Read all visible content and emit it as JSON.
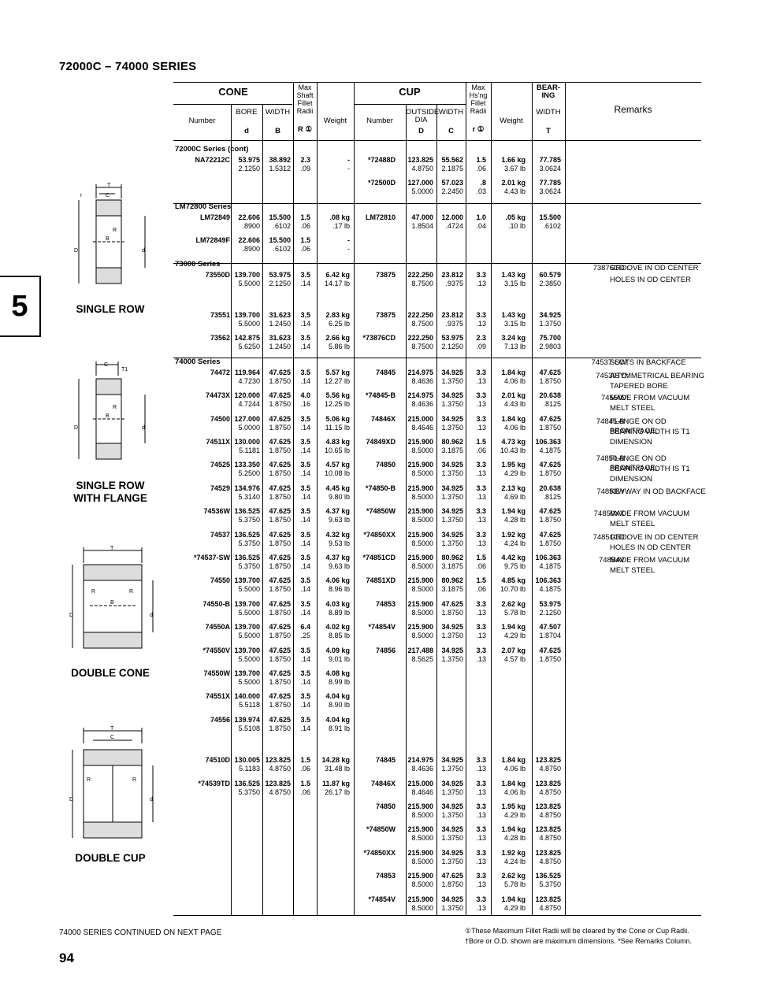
{
  "title": "72000C – 74000 SERIES",
  "section_tab": "5",
  "diagram_labels": [
    "SINGLE ROW",
    "SINGLE ROW",
    "WITH FLANGE",
    "DOUBLE CONE",
    "DOUBLE CUP"
  ],
  "headers": {
    "cone": "CONE",
    "cup": "CUP",
    "bearing": "BEAR-\nING",
    "remarks": "Remarks",
    "max_shaft": "Max\nShaft\nFillet\nRadii",
    "max_hsng": "Max\nHs'ng\nFillet\nRadii",
    "number": "Number",
    "bore": "BORE",
    "width": "WIDTH",
    "weight": "Weight",
    "outside_dia": "OUTSIDE\nDIA",
    "d": "d",
    "B": "B",
    "R": "R ①",
    "D": "D",
    "C": "C",
    "r": "r ①",
    "T": "T"
  },
  "rows": [
    {
      "type": "sec",
      "text": "72000C Series (cont)"
    },
    {
      "cn": "NA72212C",
      "bore": [
        "53.975",
        "2.1250"
      ],
      "bw": [
        "38.892",
        "1.5312"
      ],
      "R": [
        "2.3",
        ".09"
      ],
      "cw": [
        "-",
        "-"
      ],
      "cup": "*72488D",
      "od": [
        "123.825",
        "4.8750"
      ],
      "cwd": [
        "55.562",
        "2.1875"
      ],
      "r": [
        "1.5",
        ".06"
      ],
      "uw": [
        "1.66 kg",
        "3.67 lb"
      ],
      "T": [
        "77.785",
        "3.0624"
      ]
    },
    {
      "cup": "*72500D",
      "od": [
        "127.000",
        "5.0000"
      ],
      "cwd": [
        "57.023",
        "2.2450"
      ],
      "r": [
        ".8",
        ".03"
      ],
      "uw": [
        "2.01 kg",
        "4.43 lb"
      ],
      "T": [
        "77.785",
        "3.0624"
      ]
    },
    {
      "type": "sec",
      "text": "LM72800 Series"
    },
    {
      "cn": "LM72849",
      "bore": [
        "22.606",
        ".8900"
      ],
      "bw": [
        "15.500",
        ".6102"
      ],
      "R": [
        "1.5",
        ".06"
      ],
      "cw": [
        ".08 kg",
        ".17 lb"
      ],
      "cup": "LM72810",
      "od": [
        "47.000",
        "1.8504"
      ],
      "cwd": [
        "12.000",
        ".4724"
      ],
      "r": [
        "1.0",
        ".04"
      ],
      "uw": [
        ".05 kg",
        ".10 lb"
      ],
      "T": [
        "15.500",
        ".6102"
      ]
    },
    {
      "cn": "LM72849F",
      "bore": [
        "22.606",
        ".8900"
      ],
      "bw": [
        "15.500",
        ".6102"
      ],
      "R": [
        "1.5",
        ".06"
      ],
      "cw": [
        "-",
        "-"
      ]
    },
    {
      "type": "sec",
      "text": "73000 Series"
    },
    {
      "cn": "73550D",
      "bore": [
        "139.700",
        "5.5000"
      ],
      "bw": [
        "53.975",
        "2.1250"
      ],
      "R": [
        "3.5",
        ".14"
      ],
      "cw": [
        "6.42 kg",
        "14.17 lb"
      ],
      "cup": "73875",
      "od": [
        "222.250",
        "8.7500"
      ],
      "cwd": [
        "23.812",
        ".9375"
      ],
      "r": [
        "3.3",
        ".13"
      ],
      "uw": [
        "1.43 kg",
        "3.15 lb"
      ],
      "T": [
        "60.579",
        "2.3850"
      ]
    },
    {
      "type": "gap"
    },
    {
      "cn": "73551",
      "bore": [
        "139.700",
        "5.5000"
      ],
      "bw": [
        "31.623",
        "1.2450"
      ],
      "R": [
        "3.5",
        ".14"
      ],
      "cw": [
        "2.83 kg",
        "6.25 lb"
      ],
      "cup": "73875",
      "od": [
        "222.250",
        "8.7500"
      ],
      "cwd": [
        "23.812",
        ".9375"
      ],
      "r": [
        "3.3",
        ".13"
      ],
      "uw": [
        "1.43 kg",
        "3.15 lb"
      ],
      "T": [
        "34.925",
        "1.3750"
      ]
    },
    {
      "cn": "73562",
      "bore": [
        "142.875",
        "5.6250"
      ],
      "bw": [
        "31.623",
        "1.2450"
      ],
      "R": [
        "3.5",
        ".14"
      ],
      "cw": [
        "2.66 kg",
        "5.86 lb"
      ],
      "cup": "*73876CD",
      "od": [
        "222.250",
        "8.7500"
      ],
      "cwd": [
        "53.975",
        "2.1250"
      ],
      "r": [
        "2.3",
        ".09"
      ],
      "uw": [
        "3.24 kg",
        "7.13 lb"
      ],
      "T": [
        "75.700",
        "2.9803"
      ]
    },
    {
      "type": "sec",
      "text": "74000 Series"
    },
    {
      "cn": "74472",
      "bore": [
        "119.964",
        "4.7230"
      ],
      "bw": [
        "47.625",
        "1.8750"
      ],
      "R": [
        "3.5",
        ".14"
      ],
      "cw": [
        "5.57 kg",
        "12.27 lb"
      ],
      "cup": "74845",
      "od": [
        "214.975",
        "8.4636"
      ],
      "cwd": [
        "34.925",
        "1.3750"
      ],
      "r": [
        "3.3",
        ".13"
      ],
      "uw": [
        "1.84 kg",
        "4.06 lb"
      ],
      "T": [
        "47.625",
        "1.8750"
      ]
    },
    {
      "cn": "74473X",
      "bore": [
        "120.000",
        "4.7244"
      ],
      "bw": [
        "47.625",
        "1.8750"
      ],
      "R": [
        "4.0",
        ".16"
      ],
      "cw": [
        "5.56 kg",
        "12.25 lb"
      ],
      "cup": "*74845-B",
      "od": [
        "214.975",
        "8.4636"
      ],
      "cwd": [
        "34.925",
        "1.3750"
      ],
      "r": [
        "3.3",
        ".13"
      ],
      "uw": [
        "2.01 kg",
        "4.43 lb"
      ],
      "T": [
        "20.638",
        ".8125"
      ]
    },
    {
      "cn": "74500",
      "bore": [
        "127.000",
        "5.0000"
      ],
      "bw": [
        "47.625",
        "1.8750"
      ],
      "R": [
        "3.5",
        ".14"
      ],
      "cw": [
        "5.06 kg",
        "11.15 lb"
      ],
      "cup": "74846X",
      "od": [
        "215.000",
        "8.4646"
      ],
      "cwd": [
        "34.925",
        "1.3750"
      ],
      "r": [
        "3.3",
        ".13"
      ],
      "uw": [
        "1.84 kg",
        "4.06 lb"
      ],
      "T": [
        "47.625",
        "1.8750"
      ]
    },
    {
      "cn": "74511X",
      "bore": [
        "130.000",
        "5.1181"
      ],
      "bw": [
        "47.625",
        "1.8750"
      ],
      "R": [
        "3.5",
        ".14"
      ],
      "cw": [
        "4.83 kg",
        "10.65 lb"
      ],
      "cup": "74849XD",
      "od": [
        "215.900",
        "8.5000"
      ],
      "cwd": [
        "80.962",
        "3.1875"
      ],
      "r": [
        "1.5",
        ".06"
      ],
      "uw": [
        "4.73 kg",
        "10.43 lb"
      ],
      "T": [
        "106.363",
        "4.1875"
      ]
    },
    {
      "cn": "74525",
      "bore": [
        "133.350",
        "5.2500"
      ],
      "bw": [
        "47.625",
        "1.8750"
      ],
      "R": [
        "3.5",
        ".14"
      ],
      "cw": [
        "4.57 kg",
        "10.08 lb"
      ],
      "cup": "74850",
      "od": [
        "215.900",
        "8.5000"
      ],
      "cwd": [
        "34.925",
        "1.3750"
      ],
      "r": [
        "3.3",
        ".13"
      ],
      "uw": [
        "1.95 kg",
        "4.29 lb"
      ],
      "T": [
        "47.625",
        "1.8750"
      ]
    },
    {
      "cn": "74529",
      "bore": [
        "134.976",
        "5.3140"
      ],
      "bw": [
        "47.625",
        "1.8750"
      ],
      "R": [
        "3.5",
        ".14"
      ],
      "cw": [
        "4.45 kg",
        "9.80 lb"
      ],
      "cup": "*74850-B",
      "od": [
        "215.900",
        "8.5000"
      ],
      "cwd": [
        "34.925",
        "1.3750"
      ],
      "r": [
        "3.3",
        ".13"
      ],
      "uw": [
        "2.13 kg",
        "4.69 lb"
      ],
      "T": [
        "20.638",
        ".8125"
      ]
    },
    {
      "cn": "74536W",
      "bore": [
        "136.525",
        "5.3750"
      ],
      "bw": [
        "47.625",
        "1.8750"
      ],
      "R": [
        "3.5",
        ".14"
      ],
      "cw": [
        "4.37 kg",
        "9.63 lb"
      ],
      "cup": "*74850W",
      "od": [
        "215.900",
        "8.5000"
      ],
      "cwd": [
        "34.925",
        "1.3750"
      ],
      "r": [
        "3.3",
        ".13"
      ],
      "uw": [
        "1.94 kg",
        "4.28 lb"
      ],
      "T": [
        "47.625",
        "1.8750"
      ]
    },
    {
      "cn": "74537",
      "bore": [
        "136.525",
        "5.3750"
      ],
      "bw": [
        "47.625",
        "1.8750"
      ],
      "R": [
        "3.5",
        ".14"
      ],
      "cw": [
        "4.32 kg",
        "9.53 lb"
      ],
      "cup": "*74850XX",
      "od": [
        "215.900",
        "8.5000"
      ],
      "cwd": [
        "34.925",
        "1.3750"
      ],
      "r": [
        "3.3",
        ".13"
      ],
      "uw": [
        "1.92 kg",
        "4.24 lb"
      ],
      "T": [
        "47.625",
        "1.8750"
      ]
    },
    {
      "cn": "*74537-SW",
      "bore": [
        "136.525",
        "5.3750"
      ],
      "bw": [
        "47.625",
        "1.8750"
      ],
      "R": [
        "3.5",
        ".14"
      ],
      "cw": [
        "4.37 kg",
        "9.63 lb"
      ],
      "cup": "*74851CD",
      "od": [
        "215.900",
        "8.5000"
      ],
      "cwd": [
        "80.962",
        "3.1875"
      ],
      "r": [
        "1.5",
        ".06"
      ],
      "uw": [
        "4.42 kg",
        "9.75 lb"
      ],
      "T": [
        "106.363",
        "4.1875"
      ]
    },
    {
      "cn": "74550",
      "bore": [
        "139.700",
        "5.5000"
      ],
      "bw": [
        "47.625",
        "1.8750"
      ],
      "R": [
        "3.5",
        ".14"
      ],
      "cw": [
        "4.06 kg",
        "8.96 lb"
      ],
      "cup": "74851XD",
      "od": [
        "215.900",
        "8.5000"
      ],
      "cwd": [
        "80.962",
        "3.1875"
      ],
      "r": [
        "1.5",
        ".06"
      ],
      "uw": [
        "4.85 kg",
        "10.70 lb"
      ],
      "T": [
        "106.363",
        "4.1875"
      ]
    },
    {
      "cn": "74550-B",
      "bore": [
        "139.700",
        "5.5000"
      ],
      "bw": [
        "47.625",
        "1.8750"
      ],
      "R": [
        "3.5",
        ".14"
      ],
      "cw": [
        "4.03 kg",
        "8.89 lb"
      ],
      "cup": "74853",
      "od": [
        "215.900",
        "8.5000"
      ],
      "cwd": [
        "47.625",
        "1.8750"
      ],
      "r": [
        "3.3",
        ".13"
      ],
      "uw": [
        "2.62 kg",
        "5.78 lb"
      ],
      "T": [
        "53.975",
        "2.1250"
      ]
    },
    {
      "cn": "74550A",
      "bore": [
        "139.700",
        "5.5000"
      ],
      "bw": [
        "47.625",
        "1.8750"
      ],
      "R": [
        "6.4",
        ".25"
      ],
      "cw": [
        "4.02 kg",
        "8.85 lb"
      ],
      "cup": "*74854V",
      "od": [
        "215.900",
        "8.5000"
      ],
      "cwd": [
        "34.925",
        "1.3750"
      ],
      "r": [
        "3.3",
        ".13"
      ],
      "uw": [
        "1.94 kg",
        "4.29 lb"
      ],
      "T": [
        "47.507",
        "1.8704"
      ]
    },
    {
      "cn": "*74550V",
      "bore": [
        "139.700",
        "5.5000"
      ],
      "bw": [
        "47.625",
        "1.8750"
      ],
      "R": [
        "3.5",
        ".14"
      ],
      "cw": [
        "4.09 kg",
        "9.01 lb"
      ],
      "cup": "74856",
      "od": [
        "217.488",
        "8.5625"
      ],
      "cwd": [
        "34.925",
        "1.3750"
      ],
      "r": [
        "3.3",
        ".13"
      ],
      "uw": [
        "2.07 kg",
        "4.57 lb"
      ],
      "T": [
        "47.625",
        "1.8750"
      ]
    },
    {
      "cn": "74550W",
      "bore": [
        "139.700",
        "5.5000"
      ],
      "bw": [
        "47.625",
        "1.8750"
      ],
      "R": [
        "3.5",
        ".14"
      ],
      "cw": [
        "4.08 kg",
        "8.99 lb"
      ]
    },
    {
      "cn": "74551X",
      "bore": [
        "140.000",
        "5.5118"
      ],
      "bw": [
        "47.625",
        "1.8750"
      ],
      "R": [
        "3.5",
        ".14"
      ],
      "cw": [
        "4.04 kg",
        "8.90 lb"
      ]
    },
    {
      "cn": "74556",
      "bore": [
        "139.974",
        "5.5108"
      ],
      "bw": [
        "47.625",
        "1.8750"
      ],
      "R": [
        "3.5",
        ".14"
      ],
      "cw": [
        "4.04 kg",
        "8.91 lb"
      ]
    },
    {
      "type": "gap"
    },
    {
      "cn": "74510D",
      "bore": [
        "130.005",
        "5.1183"
      ],
      "bw": [
        "123.825",
        "4.8750"
      ],
      "R": [
        "1.5",
        ".06"
      ],
      "cw": [
        "14.28 kg",
        "31.48 lb"
      ],
      "cup": "74845",
      "od": [
        "214.975",
        "8.4636"
      ],
      "cwd": [
        "34.925",
        "1.3750"
      ],
      "r": [
        "3.3",
        ".13"
      ],
      "uw": [
        "1.84 kg",
        "4.06 lb"
      ],
      "T": [
        "123.825",
        "4.8750"
      ]
    },
    {
      "cn": "*74539TD",
      "bore": [
        "136.525",
        "5.3750"
      ],
      "bw": [
        "123.825",
        "4.8750"
      ],
      "R": [
        "1.5",
        ".06"
      ],
      "cw": [
        "11.87 kg",
        "26.17 lb"
      ],
      "cup": "74846X",
      "od": [
        "215.000",
        "8.4646"
      ],
      "cwd": [
        "34.925",
        "1.3750"
      ],
      "r": [
        "3.3",
        ".13"
      ],
      "uw": [
        "1.84 kg",
        "4.06 lb"
      ],
      "T": [
        "123.825",
        "4.8750"
      ]
    },
    {
      "cup": "74850",
      "od": [
        "215.900",
        "8.5000"
      ],
      "cwd": [
        "34.925",
        "1.3750"
      ],
      "r": [
        "3.3",
        ".13"
      ],
      "uw": [
        "1.95 kg",
        "4.29 lb"
      ],
      "T": [
        "123.825",
        "4.8750"
      ]
    },
    {
      "cup": "*74850W",
      "od": [
        "215.900",
        "8.5000"
      ],
      "cwd": [
        "34.925",
        "1.3750"
      ],
      "r": [
        "3.3",
        ".13"
      ],
      "uw": [
        "1.94 kg",
        "4.28 lb"
      ],
      "T": [
        "123.825",
        "4.8750"
      ]
    },
    {
      "cup": "*74850XX",
      "od": [
        "215.900",
        "8.5000"
      ],
      "cwd": [
        "34.925",
        "1.3750"
      ],
      "r": [
        "3.3",
        ".13"
      ],
      "uw": [
        "1.92 kg",
        "4.24 lb"
      ],
      "T": [
        "123.825",
        "4.8750"
      ]
    },
    {
      "cup": "74853",
      "od": [
        "215.900",
        "8.5000"
      ],
      "cwd": [
        "47.625",
        "1.8750"
      ],
      "r": [
        "3.3",
        ".13"
      ],
      "uw": [
        "2.62 kg",
        "5.78 lb"
      ],
      "T": [
        "136.525",
        "5.3750"
      ]
    },
    {
      "cup": "*74854V",
      "od": [
        "215.900",
        "8.5000"
      ],
      "cwd": [
        "34.925",
        "1.3750"
      ],
      "r": [
        "3.3",
        ".13"
      ],
      "uw": [
        "1.94 kg",
        "4.29 lb"
      ],
      "T": [
        "123.825",
        "4.8750"
      ]
    }
  ],
  "remarks": [
    {
      "k": "73876CD :",
      "v": "GROOVE IN OD CENTER"
    },
    {
      "k": "",
      "v": "HOLES IN OD CENTER"
    },
    {
      "k": "74537-SW:",
      "v": "SLOTS IN BACKFACE"
    },
    {
      "k": "74539TD:",
      "v": "ASYMMETRICAL BEARING"
    },
    {
      "k": "",
      "v": "TAPERED BORE"
    },
    {
      "k": "74550V:",
      "v": "MADE FROM VACUUM"
    },
    {
      "k": "",
      "v": "MELT STEEL"
    },
    {
      "k": "74845-B :",
      "v": "FLANGE ON OD FRONTFACE,"
    },
    {
      "k": "",
      "v": "BEARING WIDTH IS T1"
    },
    {
      "k": "",
      "v": "DIMENSION"
    },
    {
      "k": "74850-B :",
      "v": "FLANGE ON OD FRONTFACE,"
    },
    {
      "k": "",
      "v": "BEARING WIDTH IS T1"
    },
    {
      "k": "",
      "v": "DIMENSION"
    },
    {
      "k": "74850W :",
      "v": "KEYWAY IN OD BACKFACE"
    },
    {
      "k": "74850XX :",
      "v": "MADE FROM VACUUM"
    },
    {
      "k": "",
      "v": "MELT STEEL"
    },
    {
      "k": "74851CD :",
      "v": "GROOVE IN OD CENTER"
    },
    {
      "k": "",
      "v": "HOLES IN OD CENTER"
    },
    {
      "k": "74854V :",
      "v": "MADE FROM VACUUM"
    },
    {
      "k": "",
      "v": "MELT STEEL"
    }
  ],
  "footer": {
    "continued": "74000 SERIES CONTINUED ON NEXT PAGE",
    "note1": "①These Maximum Fillet Radii will be cleared by the Cone or Cup Radii.",
    "note2": "†Bore or O.D. shown are maximum dimensions.   *See Remarks Column.",
    "page": "94"
  }
}
